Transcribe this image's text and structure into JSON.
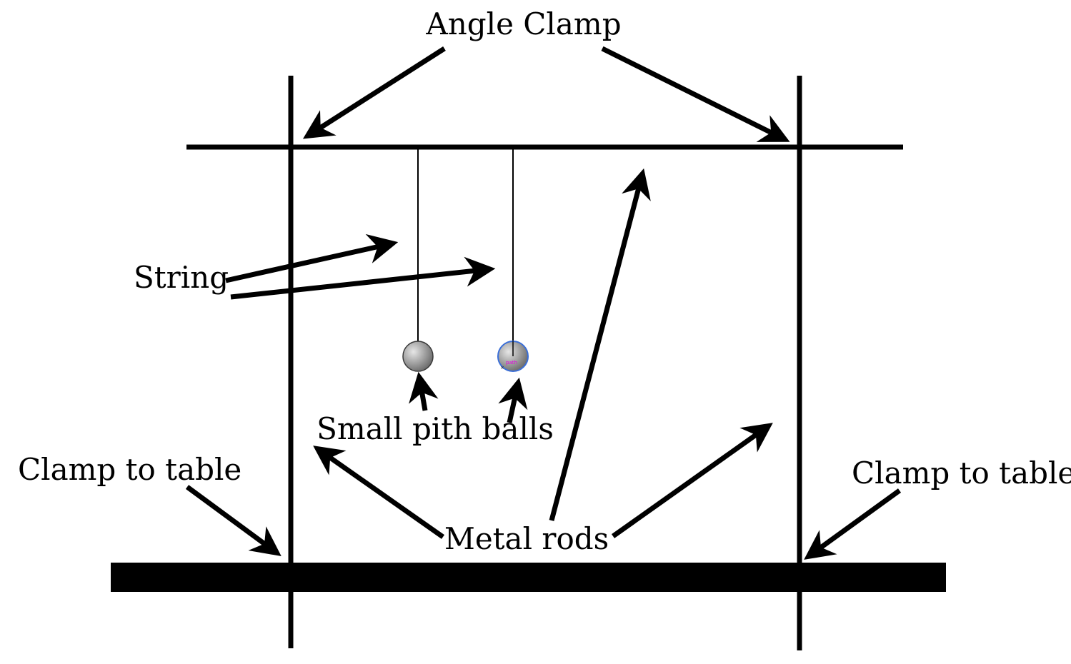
{
  "labels": {
    "angle_clamp": "Angle Clamp",
    "string": "String",
    "small_pith_balls": "Small pith balls",
    "clamp_to_table_left": "Clamp to table",
    "clamp_to_table_right": "Clamp to table",
    "metal_rods": "Metal rods"
  },
  "colors": {
    "ink": "#000000",
    "ball_light": "#e6e6e6",
    "ball_dark": "#6a6a6a",
    "selected_outline": "#3b6fd8",
    "selection_marker": "#e000e0"
  }
}
